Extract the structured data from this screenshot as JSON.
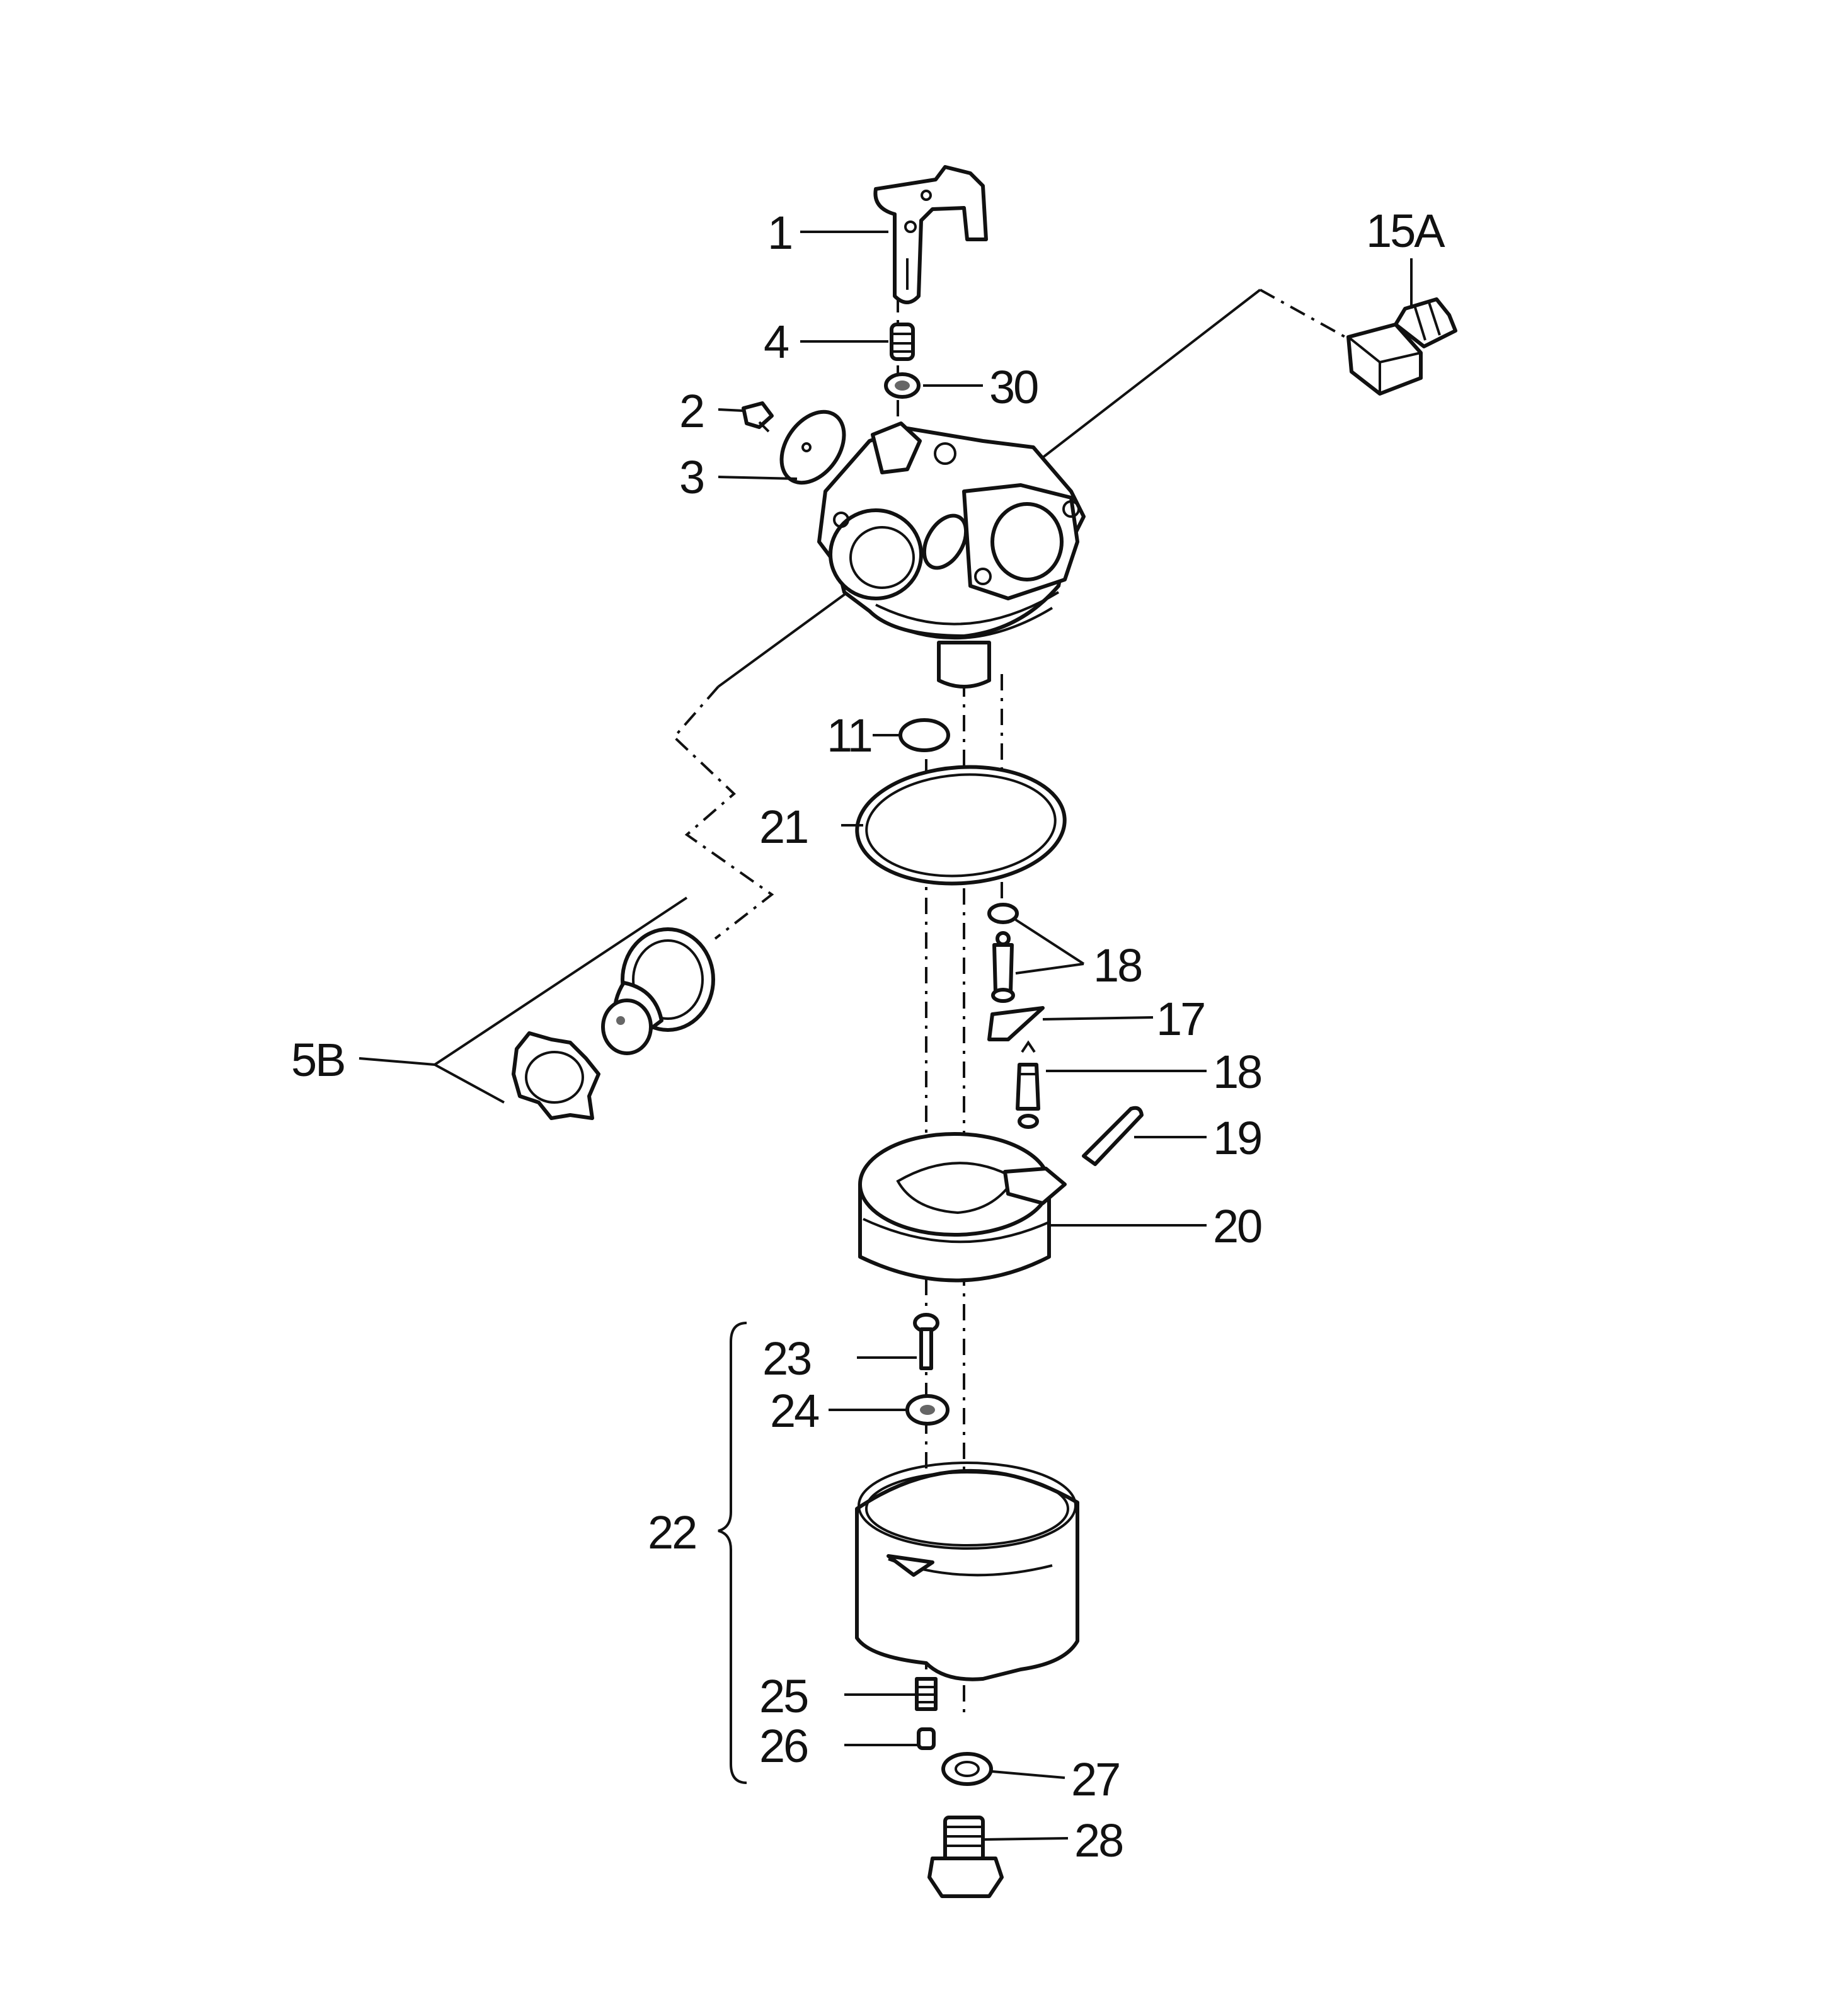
{
  "diagram": {
    "labels": {
      "p1": "1",
      "p2": "2",
      "p3": "3",
      "p4": "4",
      "p5b": "5B",
      "p11": "11",
      "p15a": "15A",
      "p17": "17",
      "p18a": "18",
      "p18b": "18",
      "p19": "19",
      "p20": "20",
      "p21": "21",
      "p22": "22",
      "p23": "23",
      "p24": "24",
      "p25": "25",
      "p26": "26",
      "p27": "27",
      "p28": "28",
      "p30": "30"
    }
  }
}
